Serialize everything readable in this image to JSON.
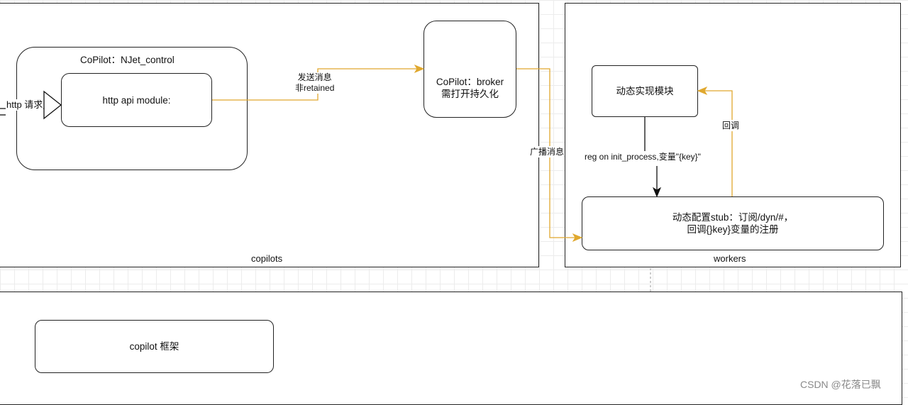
{
  "panels": {
    "copilots_label": "copilots",
    "workers_label": "workers"
  },
  "nodes": {
    "njet_title": "CoPilot：NJet_control",
    "http_api_module": "http api module:",
    "broker_line1": "CoPilot：broker",
    "broker_line2": "需打开持久化",
    "dynamic_module": "动态实现模块",
    "stub_line1": "动态配置stub：订阅/dyn/#，",
    "stub_line2": "回调{}key}变量的注册",
    "copilot_framework": "copilot 框架"
  },
  "edges": {
    "http_request": "http 请求",
    "send_msg_line1": "发送消息",
    "send_msg_line2": "非retained",
    "broadcast": "广播消息",
    "register": "reg on init_process,变量\"{key}\"",
    "callback": "回调"
  },
  "watermark": "CSDN @花落已飘",
  "colors": {
    "accent_edge": "#e0a82e",
    "black_edge": "#111111",
    "border": "#222222"
  }
}
